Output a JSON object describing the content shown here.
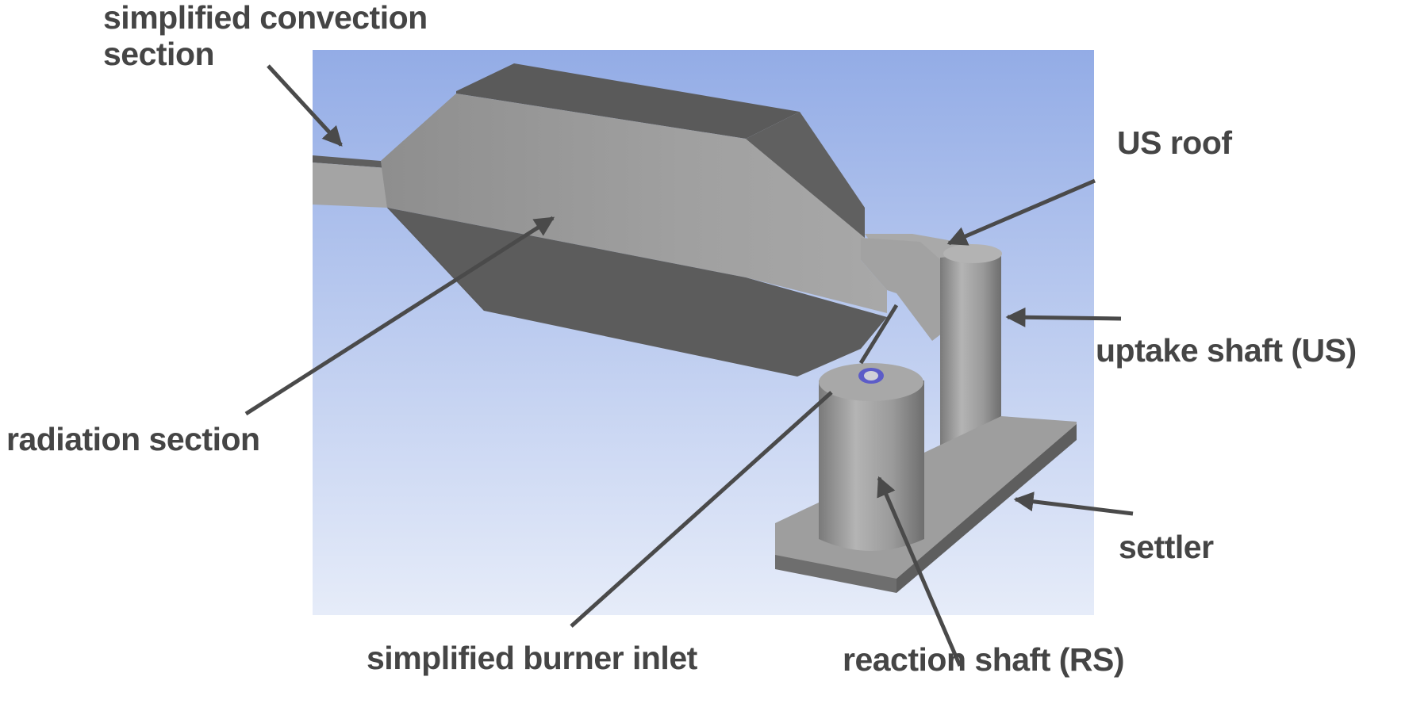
{
  "labels": {
    "convection": "simplified convection\nsection",
    "us_roof": "US roof",
    "uptake_shaft": "uptake shaft (US)",
    "radiation": "radiation section",
    "settler": "settler",
    "burner": "simplified burner inlet",
    "reaction_shaft": "reaction shaft (RS)"
  },
  "colors": {
    "background_top": "#93ace6",
    "background_bottom": "#e6ecf9",
    "model_face": "#9a9a9a",
    "arrow": "#4a4a4a",
    "burner_ring": "#5c5cc8"
  }
}
